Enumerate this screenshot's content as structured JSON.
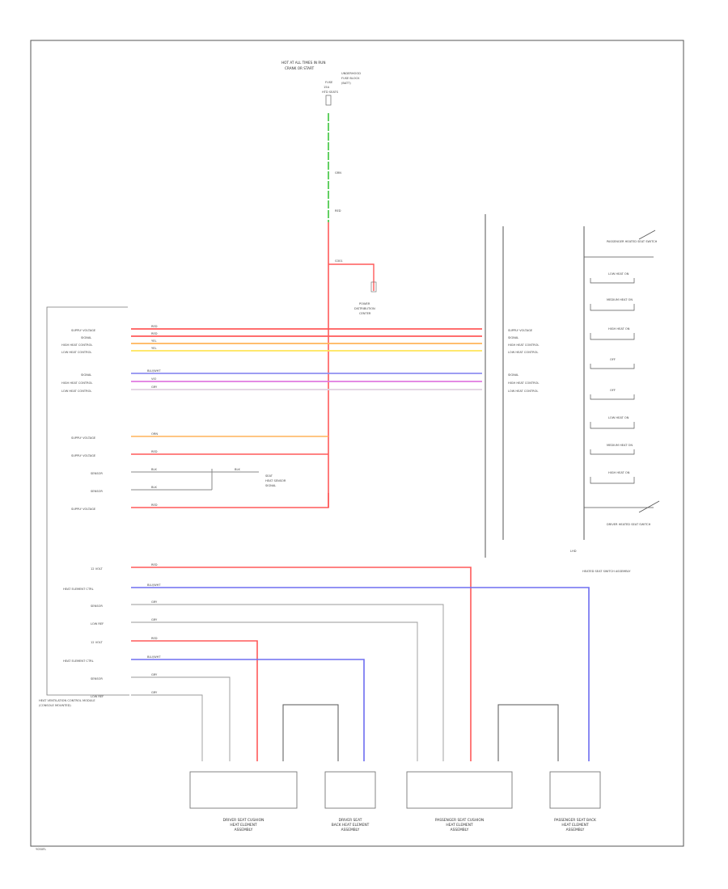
{
  "header": {
    "title_line1": "HOT AT ALL TIMES IN RUN",
    "title_line2": "CRANK OR START",
    "fuse_label": [
      "FUSE",
      "15A",
      "HTD SEATS"
    ],
    "fuse_note": [
      "UNDERHOOD",
      "FUSE BLOCK",
      "(BATT)"
    ]
  },
  "wires": {
    "top_wire_label": "GRN",
    "center_wire_label": "RED",
    "ground_label": "G301",
    "power_block": [
      "POWER",
      "DISTRIBUTION",
      "CENTER"
    ]
  },
  "module": {
    "name_lines": [
      "HEAT VENTILATION CONTROL MODULE",
      "(CONSOLE MOUNTED)"
    ],
    "pins_top": [
      {
        "label": "SUPPLY VOLTAGE",
        "color": "RED"
      },
      {
        "label": "SIGNAL",
        "color": "RED"
      },
      {
        "label": "HIGH HEAT CONTROL",
        "color": "YEL"
      },
      {
        "label": "LOW HEAT CONTROL",
        "color": "YEL"
      },
      {
        "label": "SIGNAL",
        "color": "BLU/WHT"
      },
      {
        "label": "HIGH HEAT CONTROL",
        "color": "VIO"
      },
      {
        "label": "LOW HEAT CONTROL",
        "color": "GRY"
      }
    ],
    "pins_mid": [
      {
        "label": "SUPPLY VOLTAGE",
        "color": "ORN"
      },
      {
        "label": "SUPPLY VOLTAGE",
        "color": "RED"
      },
      {
        "label": "SENSOR",
        "color": "BLK"
      },
      {
        "label": "SENSOR",
        "color": "BLK"
      },
      {
        "label": "SUPPLY VOLTAGE",
        "color": "RED"
      }
    ],
    "pins_bottom": [
      {
        "label": "12 VOLT",
        "color": "RED"
      },
      {
        "label": "HEAT ELEMENT CTRL",
        "color": "BLU/WHT"
      },
      {
        "label": "SENSOR",
        "color": "GRY"
      },
      {
        "label": "LOW REF",
        "color": "GRY"
      },
      {
        "label": "12 VOLT",
        "color": "RED"
      },
      {
        "label": "HEAT ELEMENT CTRL",
        "color": "BLU/WHT"
      },
      {
        "label": "SENSOR",
        "color": "GRY"
      },
      {
        "label": "LOW REF",
        "color": "GRY"
      }
    ],
    "sensor_note": [
      "SEAT",
      "HEAT SENSOR",
      "SIGNAL"
    ],
    "sensor_tag": "BLK"
  },
  "right_connector": {
    "labels": [
      "SUPPLY VOLTAGE",
      "SIGNAL",
      "HIGH HEAT CONTROL",
      "LOW HEAT CONTROL",
      "SIGNAL",
      "HIGH HEAT CONTROL",
      "LOW HEAT CONTROL"
    ]
  },
  "switch_panel": {
    "items": [
      "PASSENGER HEATED SEAT SWITCH",
      "LOW HEAT ON",
      "MEDIUM HEAT ON",
      "HIGH HEAT ON",
      "OFF",
      "OFF",
      "LOW HEAT ON",
      "MEDIUM HEAT ON",
      "HIGH HEAT ON",
      "DRIVER HEATED SEAT SWITCH"
    ],
    "footer_note": "LHD",
    "caption": "HEATED SEAT SWITCH ASSEMBLY"
  },
  "bottom_module_caption": [
    "HEAT VENTILATION CONTROL MODULE",
    "(CONSOLE MOUNTED)"
  ],
  "components": [
    {
      "lines": [
        "DRIVER SEAT CUSHION",
        "HEAT ELEMENT",
        "ASSEMBLY"
      ]
    },
    {
      "lines": [
        "DRIVER SEAT",
        "BACK HEAT ELEMENT",
        "ASSEMBLY"
      ]
    },
    {
      "lines": [
        "PASSENGER SEAT CUSHION",
        "HEAT ELEMENT",
        "ASSEMBLY"
      ]
    },
    {
      "lines": [
        "PASSENGER SEAT BACK",
        "HEAT ELEMENT",
        "ASSEMBLY"
      ]
    }
  ],
  "footer_code": "Y050FL"
}
